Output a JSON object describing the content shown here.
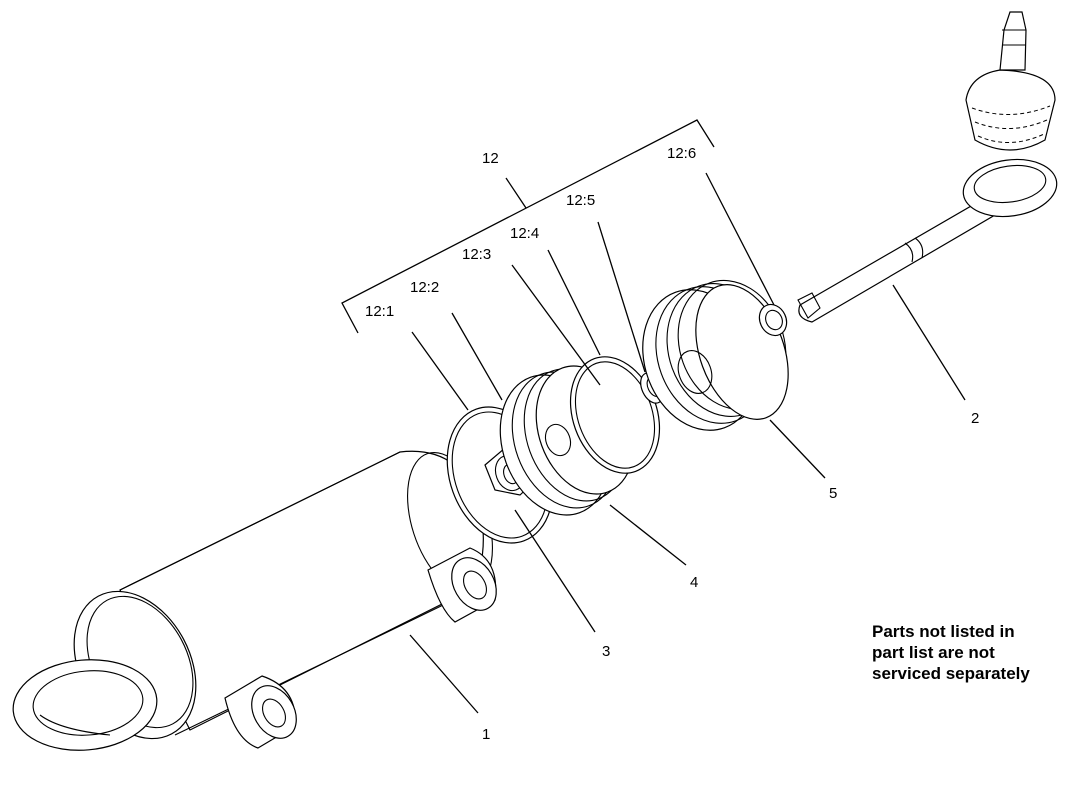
{
  "callouts": {
    "c1": "1",
    "c2": "2",
    "c3": "3",
    "c4": "4",
    "c5": "5",
    "c12": "12",
    "c12_1": "12:1",
    "c12_2": "12:2",
    "c12_3": "12:3",
    "c12_4": "12:4",
    "c12_5": "12:5",
    "c12_6": "12:6"
  },
  "note": {
    "line1": "Parts not listed in",
    "line2": "part list are not",
    "line3": "serviced separately"
  }
}
